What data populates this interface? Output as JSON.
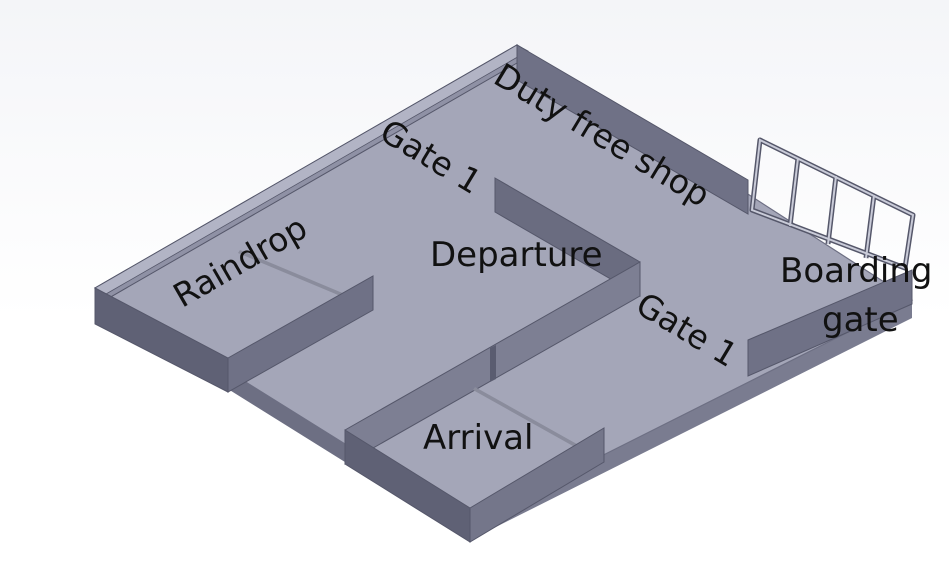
{
  "labels": {
    "duty_free": "Duty free shop",
    "gate_top": "Gate 1",
    "raindrop": "Raindrop",
    "departure": "Departure",
    "gate_right": "Gate 1",
    "boarding_line1": "Boarding",
    "boarding_line2": "gate",
    "arrival": "Arrival"
  },
  "colors": {
    "floor": "#a4a6b8",
    "floor_edge": "#7c7e93",
    "wall_front": "#6f7186",
    "wall_top": "#9a9cb0",
    "wall_dark": "#55576a",
    "background": "#ffffff"
  }
}
